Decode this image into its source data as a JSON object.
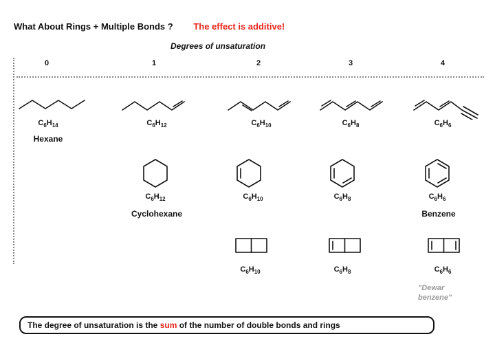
{
  "header": {
    "question": "What About Rings + Multiple Bonds ?",
    "effect": "The effect is additive!",
    "effect_color": "#e8261c"
  },
  "axis": {
    "title": "Degrees of unsaturation",
    "columns": [
      "0",
      "1",
      "2",
      "3",
      "4"
    ]
  },
  "molecules": {
    "hexane": {
      "formula_main": "C",
      "formula_c_sub": "6",
      "formula_h": "H",
      "formula_h_sub": "14",
      "name": "Hexane"
    },
    "hexene": {
      "formula_main": "C",
      "formula_c_sub": "6",
      "formula_h": "H",
      "formula_h_sub": "12"
    },
    "hexadiene": {
      "formula_main": "C",
      "formula_c_sub": "6",
      "formula_h": "H",
      "formula_h_sub": "10"
    },
    "hexatriene": {
      "formula_main": "C",
      "formula_c_sub": "6",
      "formula_h": "H",
      "formula_h_sub": "8"
    },
    "hexadienyne": {
      "formula_main": "C",
      "formula_c_sub": "6",
      "formula_h": "H",
      "formula_h_sub": "6"
    },
    "cyclohexane": {
      "formula_main": "C",
      "formula_c_sub": "6",
      "formula_h": "H",
      "formula_h_sub": "12",
      "name": "Cyclohexane"
    },
    "cyclohexene": {
      "formula_main": "C",
      "formula_c_sub": "6",
      "formula_h": "H",
      "formula_h_sub": "10"
    },
    "cyclohexadiene": {
      "formula_main": "C",
      "formula_c_sub": "6",
      "formula_h": "H",
      "formula_h_sub": "8"
    },
    "benzene": {
      "formula_main": "C",
      "formula_c_sub": "6",
      "formula_h": "H",
      "formula_h_sub": "6",
      "name": "Benzene"
    },
    "bicyclohexane": {
      "formula_main": "C",
      "formula_c_sub": "6",
      "formula_h": "H",
      "formula_h_sub": "10"
    },
    "bicyclohexene": {
      "formula_main": "C",
      "formula_c_sub": "6",
      "formula_h": "H",
      "formula_h_sub": "8"
    },
    "dewar": {
      "formula_main": "C",
      "formula_c_sub": "6",
      "formula_h": "H",
      "formula_h_sub": "6",
      "name_line1": "\"Dewar",
      "name_line2": "benzene\"",
      "name_color": "#9a9a9a"
    }
  },
  "summary": {
    "before": "The degree of unsaturation is the ",
    "highlight": "sum",
    "after": " of the number of double bonds and rings",
    "highlight_color": "#e8261c"
  }
}
